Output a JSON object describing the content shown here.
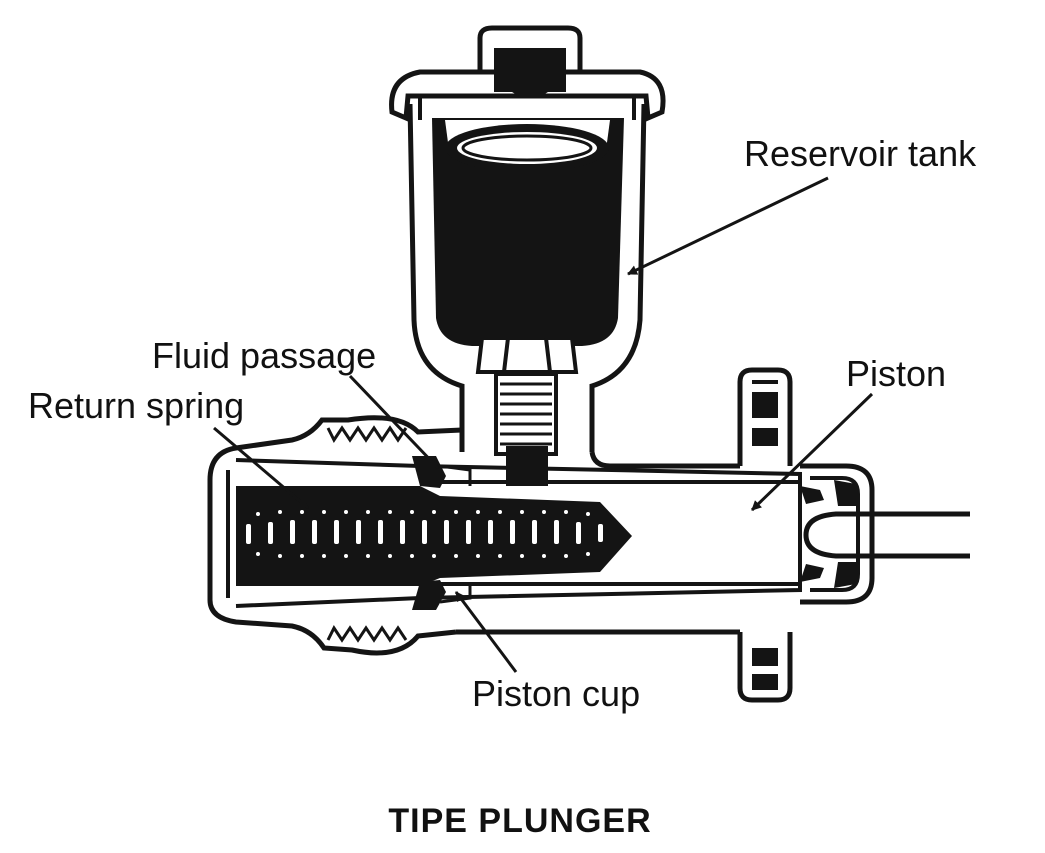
{
  "diagram": {
    "title": "TIPE PLUNGER",
    "labels": {
      "reservoir_tank": "Reservoir tank",
      "fluid_passage": "Fluid passage",
      "return_spring": "Return spring",
      "piston": "Piston",
      "piston_cup": "Piston cup"
    },
    "colors": {
      "ink": "#141414",
      "paper": "#ffffff"
    }
  }
}
